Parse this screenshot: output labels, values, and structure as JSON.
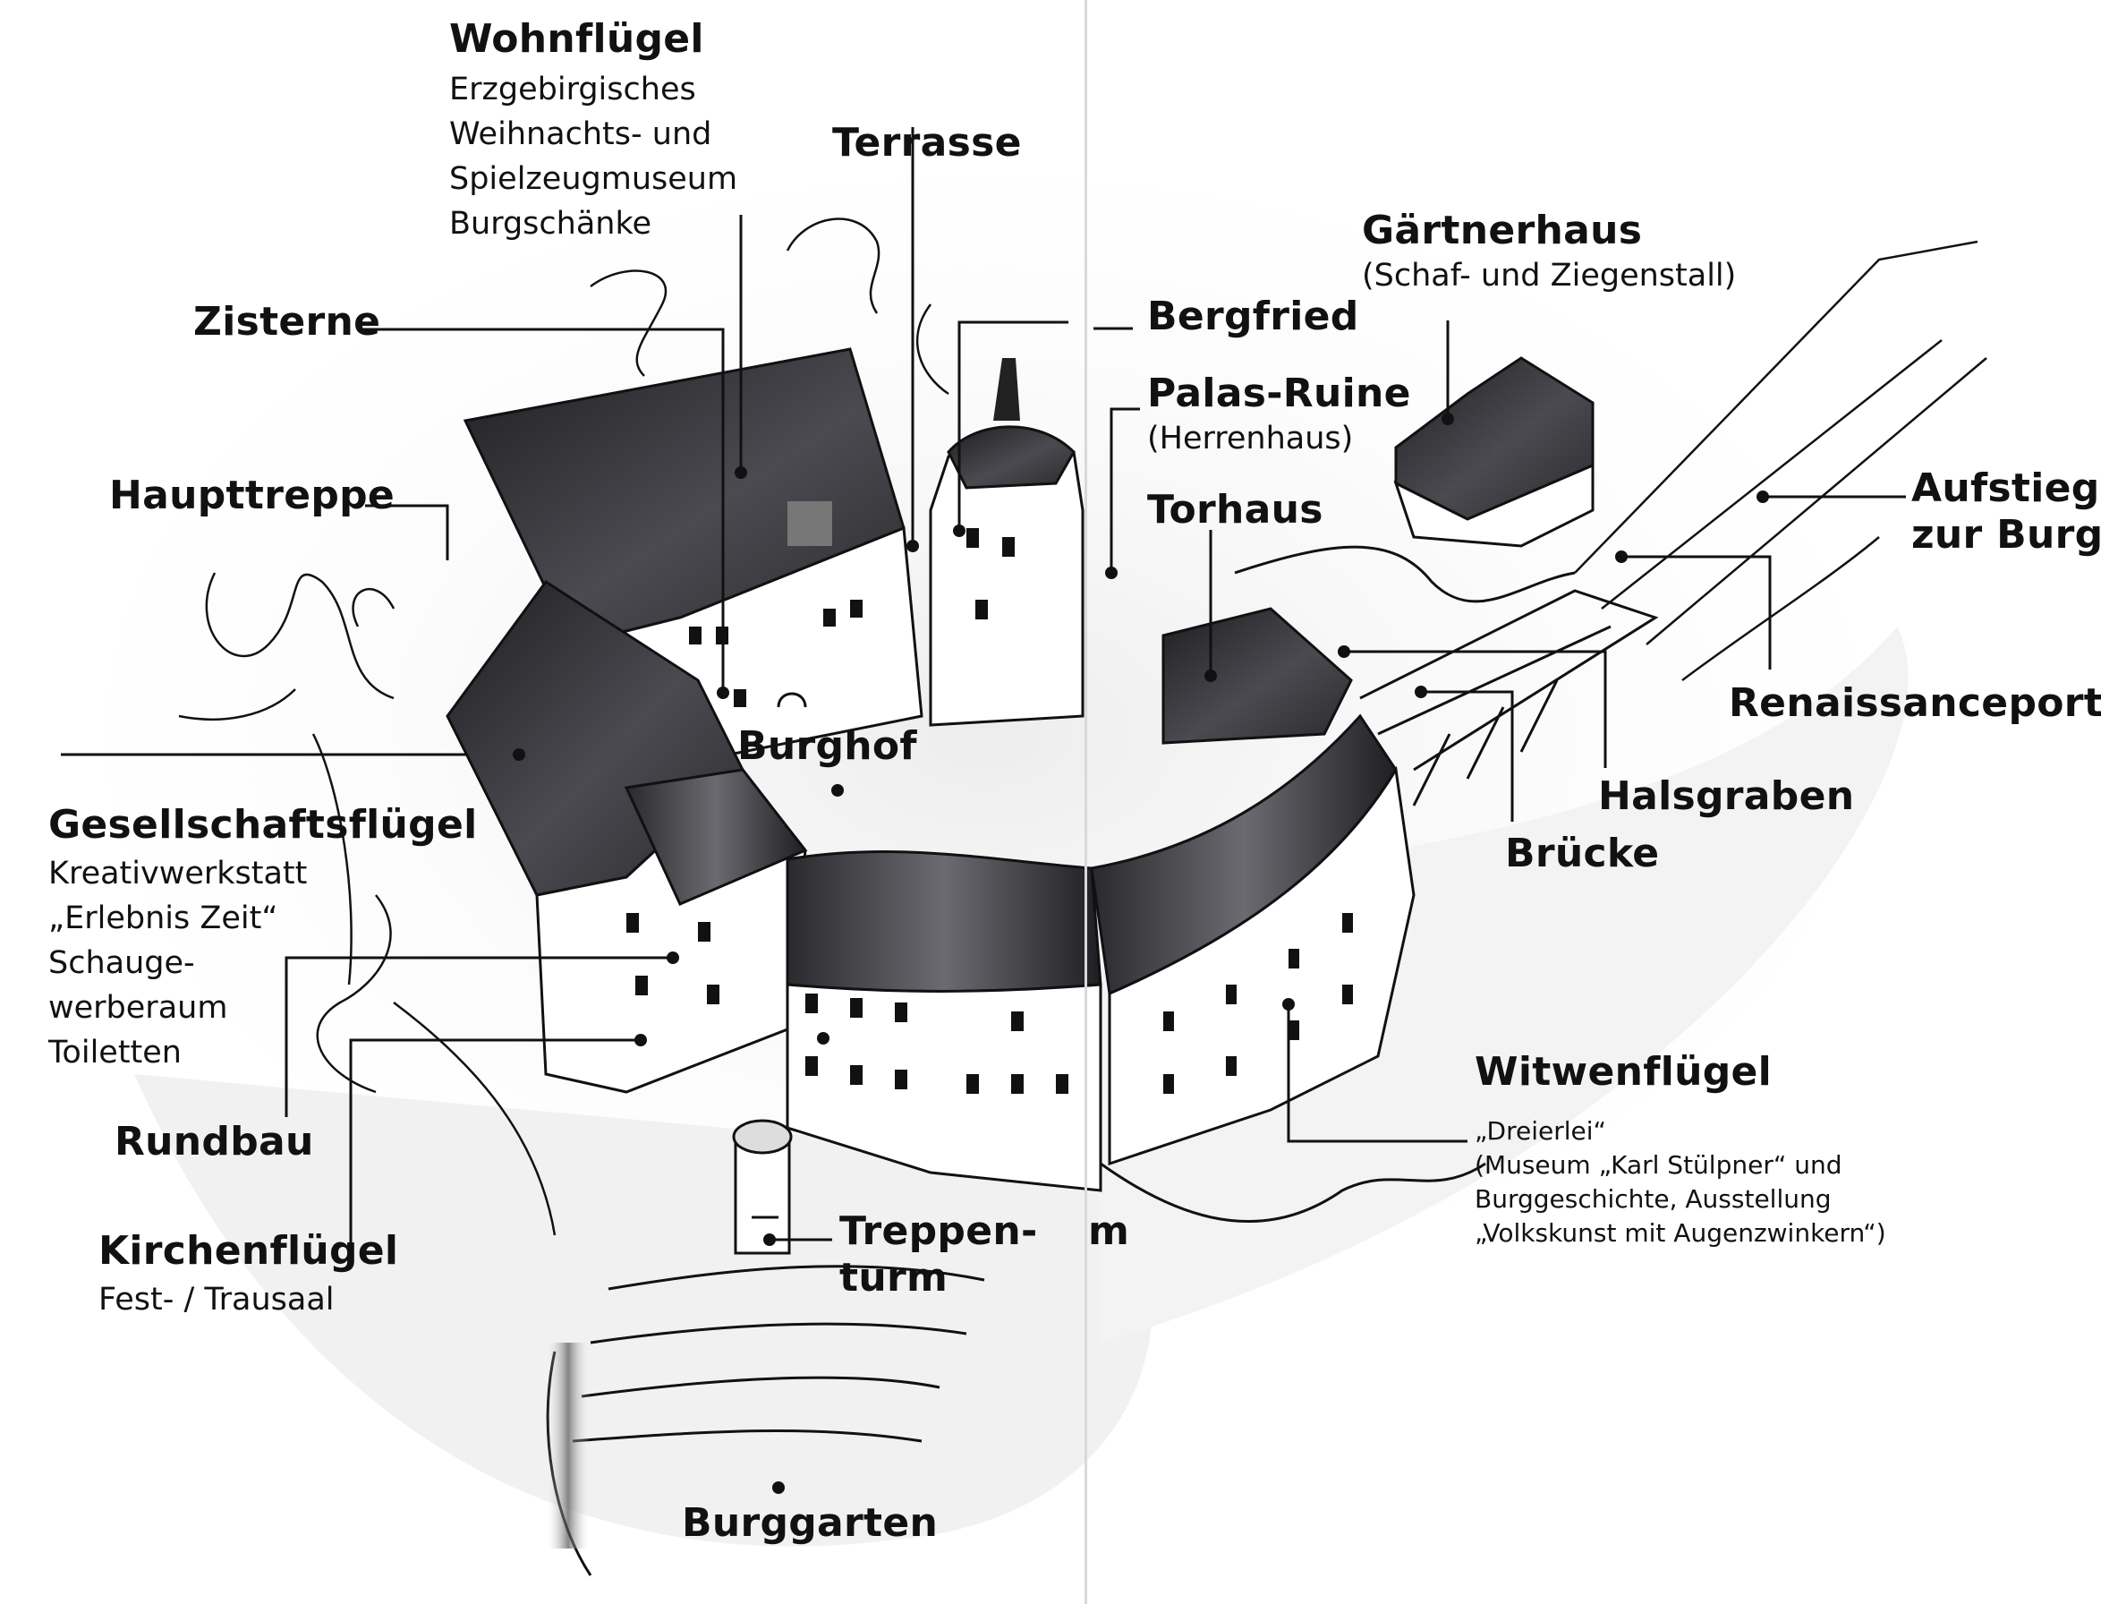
{
  "labels": {
    "wohnfluegel": {
      "title": "Wohnflügel",
      "lines": [
        "Erzgebirgisches",
        "Weihnachts- und",
        "Spielzeugmuseum",
        "Burgschänke"
      ]
    },
    "terrasse": "Terrasse",
    "zisterne": "Zisterne",
    "haupttreppe": "Haupttreppe",
    "bergfried": "Bergfried",
    "palas": {
      "title": "Palas-Ruine",
      "sub": "(Herrenhaus)"
    },
    "torhaus": "Torhaus",
    "gaertnerhaus": {
      "title": "Gärtnerhaus",
      "sub": "(Schaf- und Ziegenstall)"
    },
    "aufstieg": {
      "line1": "Aufstieg",
      "line2": "zur Burg"
    },
    "renaissanceportal": "Renaissanceportal",
    "halsgraben": "Halsgraben",
    "bruecke": "Brücke",
    "burghof": "Burghof",
    "gesellschaftsfluegel": {
      "title": "Gesellschaftsflügel",
      "lines": [
        "Kreativwerkstatt",
        "„Erlebnis Zeit“",
        "Schauge-",
        "werberaum",
        "Toiletten"
      ]
    },
    "rundbau": "Rundbau",
    "kirchenfluegel": {
      "title": "Kirchenflügel",
      "sub": "Fest- / Trausaal"
    },
    "treppenturm": {
      "line1": "Treppen-",
      "line2": "turm"
    },
    "fragment": "m",
    "witwenfluegel": {
      "title": "Witwenflügel",
      "sub": "„Dreierlei“",
      "lines": [
        "(Museum „Karl Stülpner“ und",
        "Burggeschichte, Ausstellung",
        "„Volkskunst mit Augenzwinkern“)"
      ]
    },
    "burggarten": "Burggarten"
  },
  "colors": {
    "roof": "#3a3a3e",
    "ink": "#111111",
    "wall": "#ffffff",
    "shadow": "#8c8c8c"
  }
}
